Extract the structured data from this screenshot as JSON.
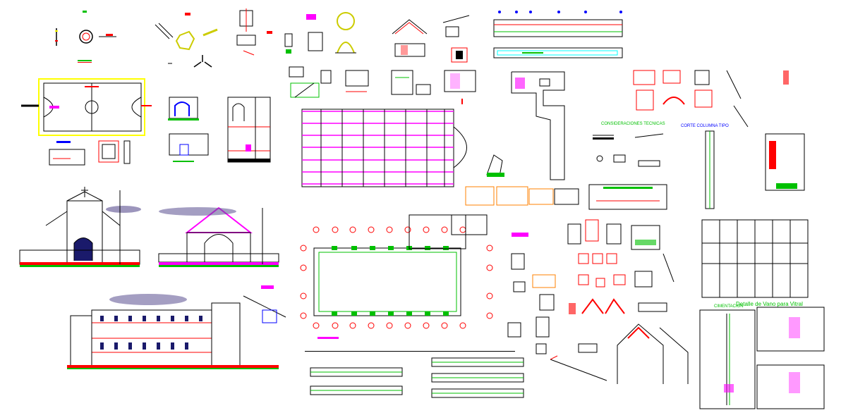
{
  "labels": {
    "vitral_detail": "Detalle de Vano para Vitral",
    "cimentacion": "CIMENTACION",
    "corte_columna": "CORTE COLUMNA TIPO",
    "consideraciones": "CONSIDERACIONES TECNICAS"
  },
  "colors": {
    "background": "#ffffff",
    "line": "#000000",
    "red": "#ff0000",
    "magenta": "#ff00ff",
    "green": "#00c000",
    "blue": "#0000ff",
    "yellow": "#ffff00",
    "cyan": "#00ffff",
    "purple": "#5a4f8f"
  }
}
